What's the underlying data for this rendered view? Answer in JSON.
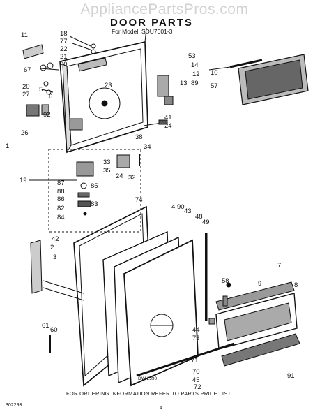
{
  "watermark": "AppliancePartsPros.com",
  "title": "DOOR PARTS",
  "model_line": "For Model: SDU7001-3",
  "footer": "FOR ORDERING INFORMATION REFER TO PARTS PRICE LIST",
  "drawing_code": "DW 2390",
  "page_number": "4",
  "catalog_number": "302293",
  "part_labels": [
    {
      "id": "l11",
      "text": "11"
    },
    {
      "id": "l18",
      "text": "18"
    },
    {
      "id": "l77",
      "text": "77"
    },
    {
      "id": "l22",
      "text": "22"
    },
    {
      "id": "l21",
      "text": "21"
    },
    {
      "id": "l20a",
      "text": "20"
    },
    {
      "id": "l67",
      "text": "67"
    },
    {
      "id": "l20b",
      "text": "20"
    },
    {
      "id": "l27",
      "text": "27"
    },
    {
      "id": "l5",
      "text": "5"
    },
    {
      "id": "l6",
      "text": "6"
    },
    {
      "id": "l92",
      "text": "92"
    },
    {
      "id": "l26",
      "text": "26"
    },
    {
      "id": "l1",
      "text": "1"
    },
    {
      "id": "l23",
      "text": "23"
    },
    {
      "id": "l53",
      "text": "53"
    },
    {
      "id": "l14",
      "text": "14"
    },
    {
      "id": "l12",
      "text": "12"
    },
    {
      "id": "l13",
      "text": "13"
    },
    {
      "id": "l89",
      "text": "89"
    },
    {
      "id": "l10",
      "text": "10"
    },
    {
      "id": "l57",
      "text": "57"
    },
    {
      "id": "l41",
      "text": "41"
    },
    {
      "id": "l24a",
      "text": "24"
    },
    {
      "id": "l38",
      "text": "38"
    },
    {
      "id": "l34",
      "text": "34"
    },
    {
      "id": "l33",
      "text": "33"
    },
    {
      "id": "l35",
      "text": "35"
    },
    {
      "id": "l24b",
      "text": "24"
    },
    {
      "id": "l32",
      "text": "32"
    },
    {
      "id": "l19",
      "text": "19"
    },
    {
      "id": "l87",
      "text": "87"
    },
    {
      "id": "l88",
      "text": "88"
    },
    {
      "id": "l86",
      "text": "86"
    },
    {
      "id": "l85",
      "text": "85"
    },
    {
      "id": "l83",
      "text": "83"
    },
    {
      "id": "l82",
      "text": "82"
    },
    {
      "id": "l84",
      "text": "84"
    },
    {
      "id": "l74",
      "text": "74"
    },
    {
      "id": "l4",
      "text": "4"
    },
    {
      "id": "l90",
      "text": "90"
    },
    {
      "id": "l43",
      "text": "43"
    },
    {
      "id": "l48",
      "text": "48"
    },
    {
      "id": "l49",
      "text": "49"
    },
    {
      "id": "l42",
      "text": "42"
    },
    {
      "id": "l2",
      "text": "2"
    },
    {
      "id": "l3",
      "text": "3"
    },
    {
      "id": "l7",
      "text": "7"
    },
    {
      "id": "l8",
      "text": "8"
    },
    {
      "id": "l58",
      "text": "58"
    },
    {
      "id": "l9",
      "text": "9"
    },
    {
      "id": "l44",
      "text": "44"
    },
    {
      "id": "l73",
      "text": "73"
    },
    {
      "id": "l61",
      "text": "61"
    },
    {
      "id": "l60",
      "text": "60"
    },
    {
      "id": "l71",
      "text": "71"
    },
    {
      "id": "l70",
      "text": "70"
    },
    {
      "id": "l45",
      "text": "45"
    },
    {
      "id": "l72",
      "text": "72"
    },
    {
      "id": "l91",
      "text": "91"
    }
  ]
}
